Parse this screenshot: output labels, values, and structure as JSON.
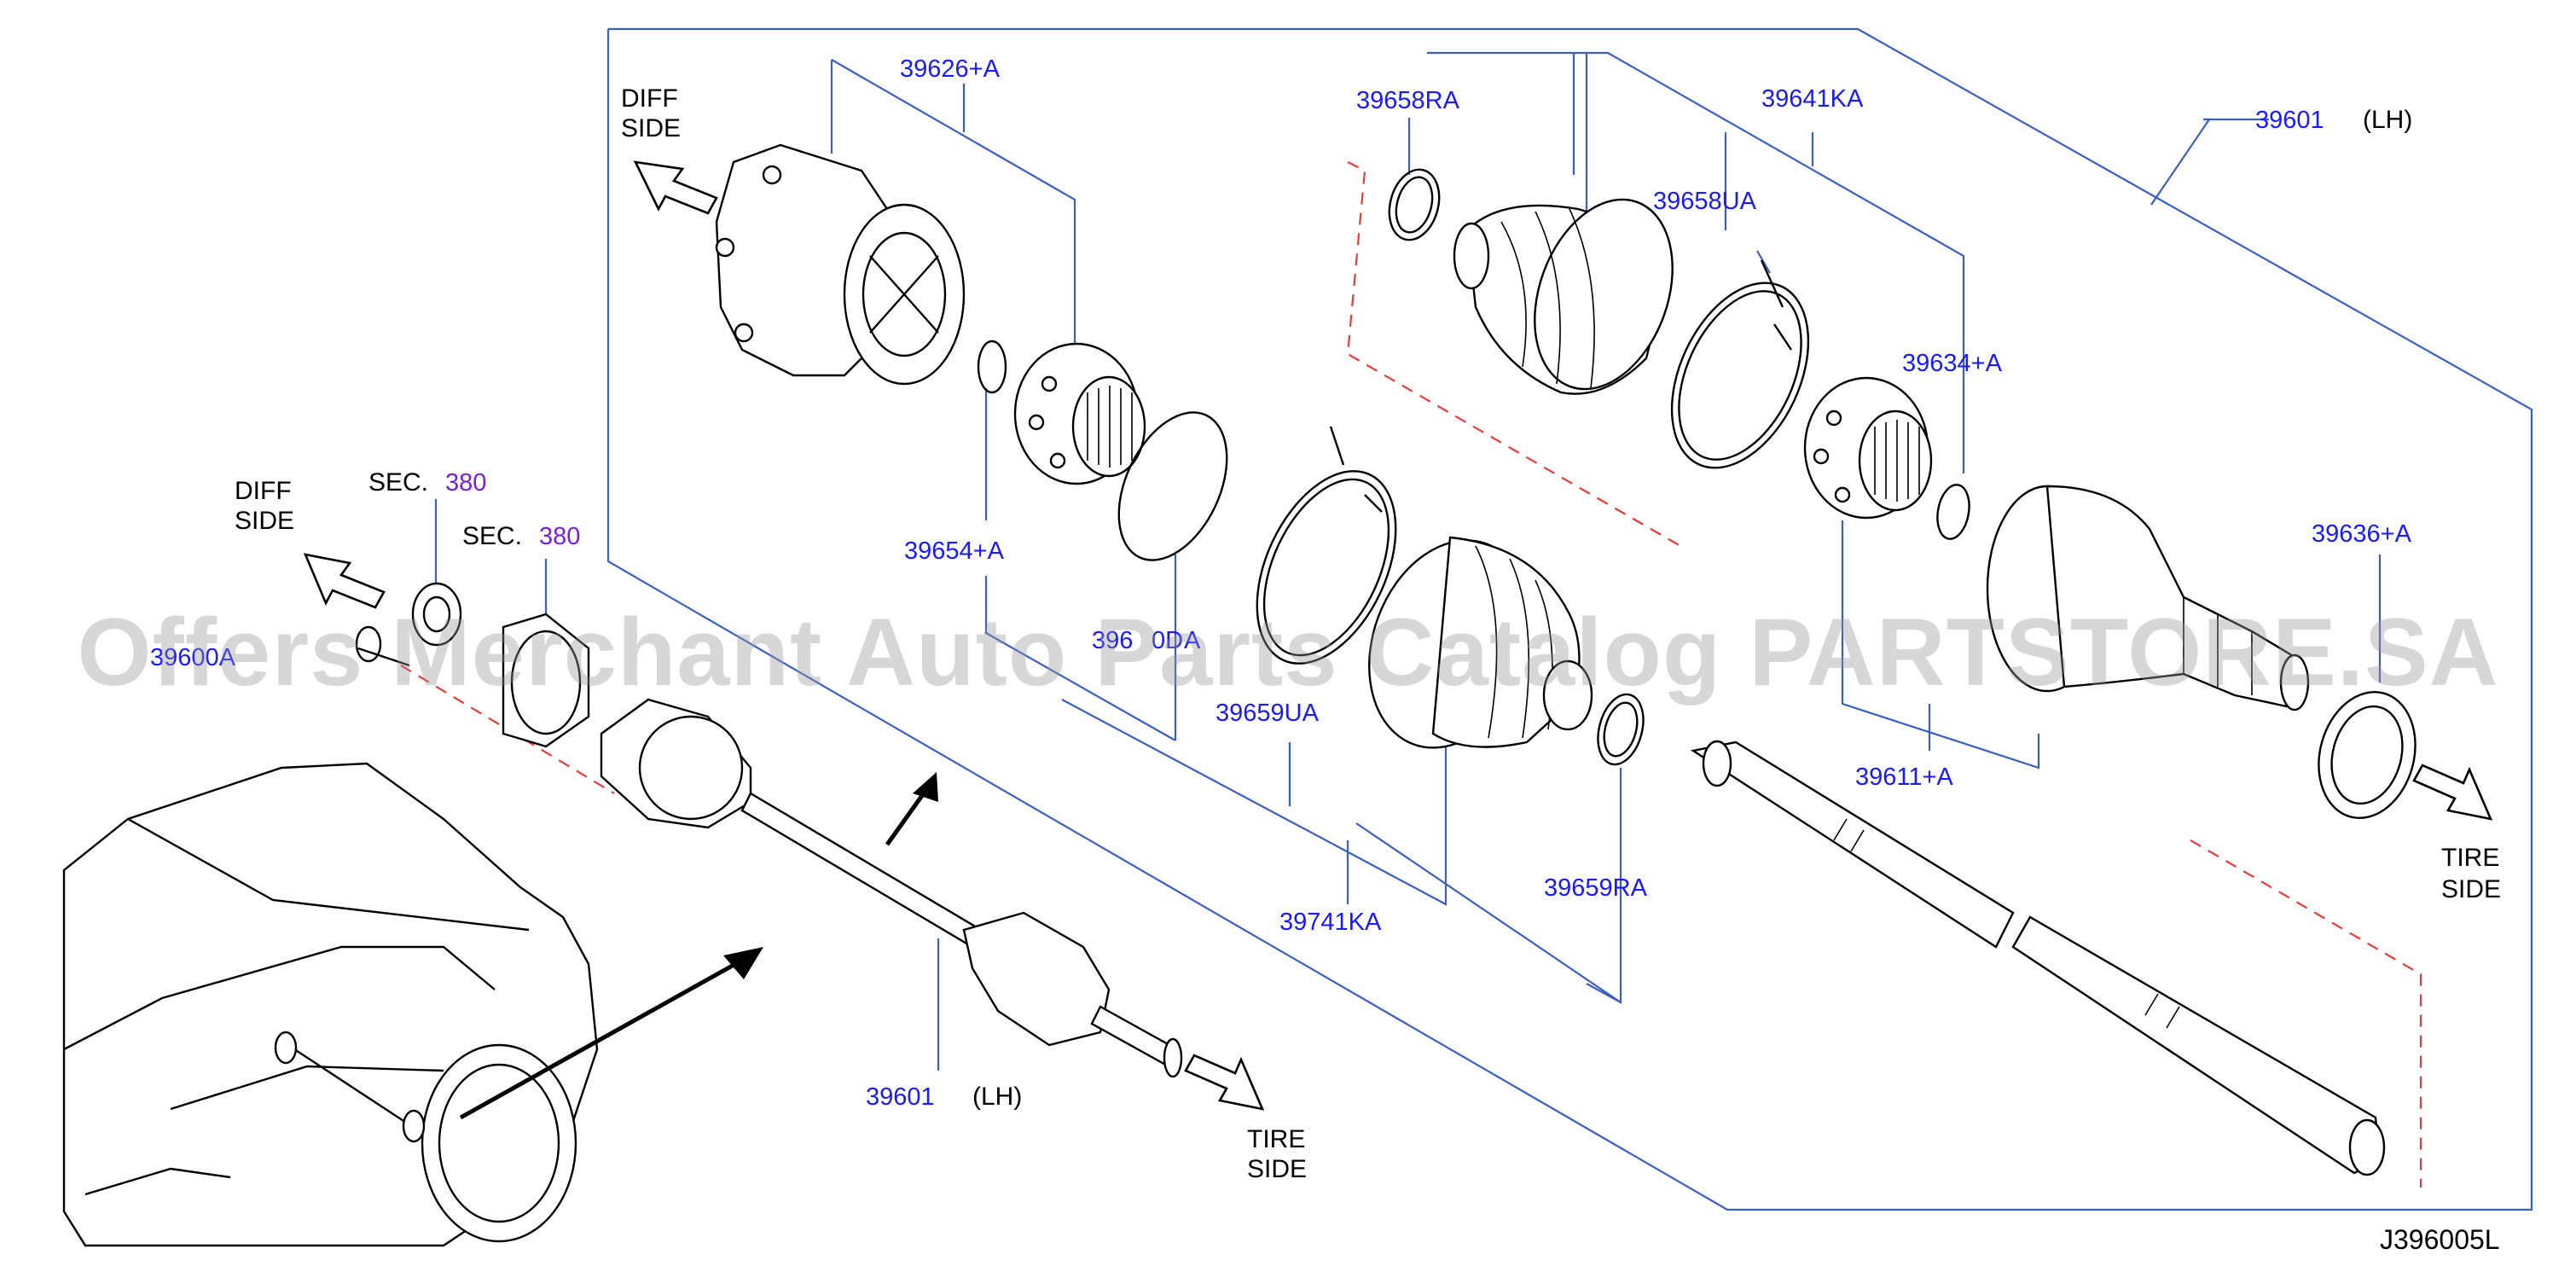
{
  "parts": {
    "p39626": "39626+A",
    "p39658RA": "39658RA",
    "p39641KA": "39641KA",
    "p39601_top": "39601",
    "p39601_top_side": "(LH)",
    "p39658UA": "39658UA",
    "p39634": "39634+A",
    "p39636": "39636+A",
    "p39654": "39654+A",
    "p39600_mid": "396",
    "p39600_mid_b": "0D",
    "p39600_mid_c": "A",
    "p39659UA": "39659UA",
    "p39741KA": "39741KA",
    "p39659RA": "39659RA",
    "p39611": "39611+A",
    "p39601_bottom": "39601",
    "p39601_bottom_side": "(LH)",
    "p39600_left": "39600A"
  },
  "sections": {
    "sec1_label": "SEC.",
    "sec1_num": "380",
    "sec2_label": "SEC.",
    "sec2_num": "380"
  },
  "labels": {
    "diff_top_1": "DIFF",
    "diff_top_2": "SIDE",
    "diff_left_1": "DIFF",
    "diff_left_2": "SIDE",
    "tire_right_1": "TIRE",
    "tire_right_2": "SIDE",
    "tire_bottom_1": "TIRE",
    "tire_bottom_2": "SIDE"
  },
  "diagram_ref": "J396005L",
  "watermark": "Offers Merchant Auto Parts Catalog PARTSTORE.SA",
  "colors": {
    "part_number": "#1a1aff",
    "section_number": "#7b1fd6",
    "leader_line": "#3b5fbf",
    "dashed_boundary": "#e53b3b"
  }
}
